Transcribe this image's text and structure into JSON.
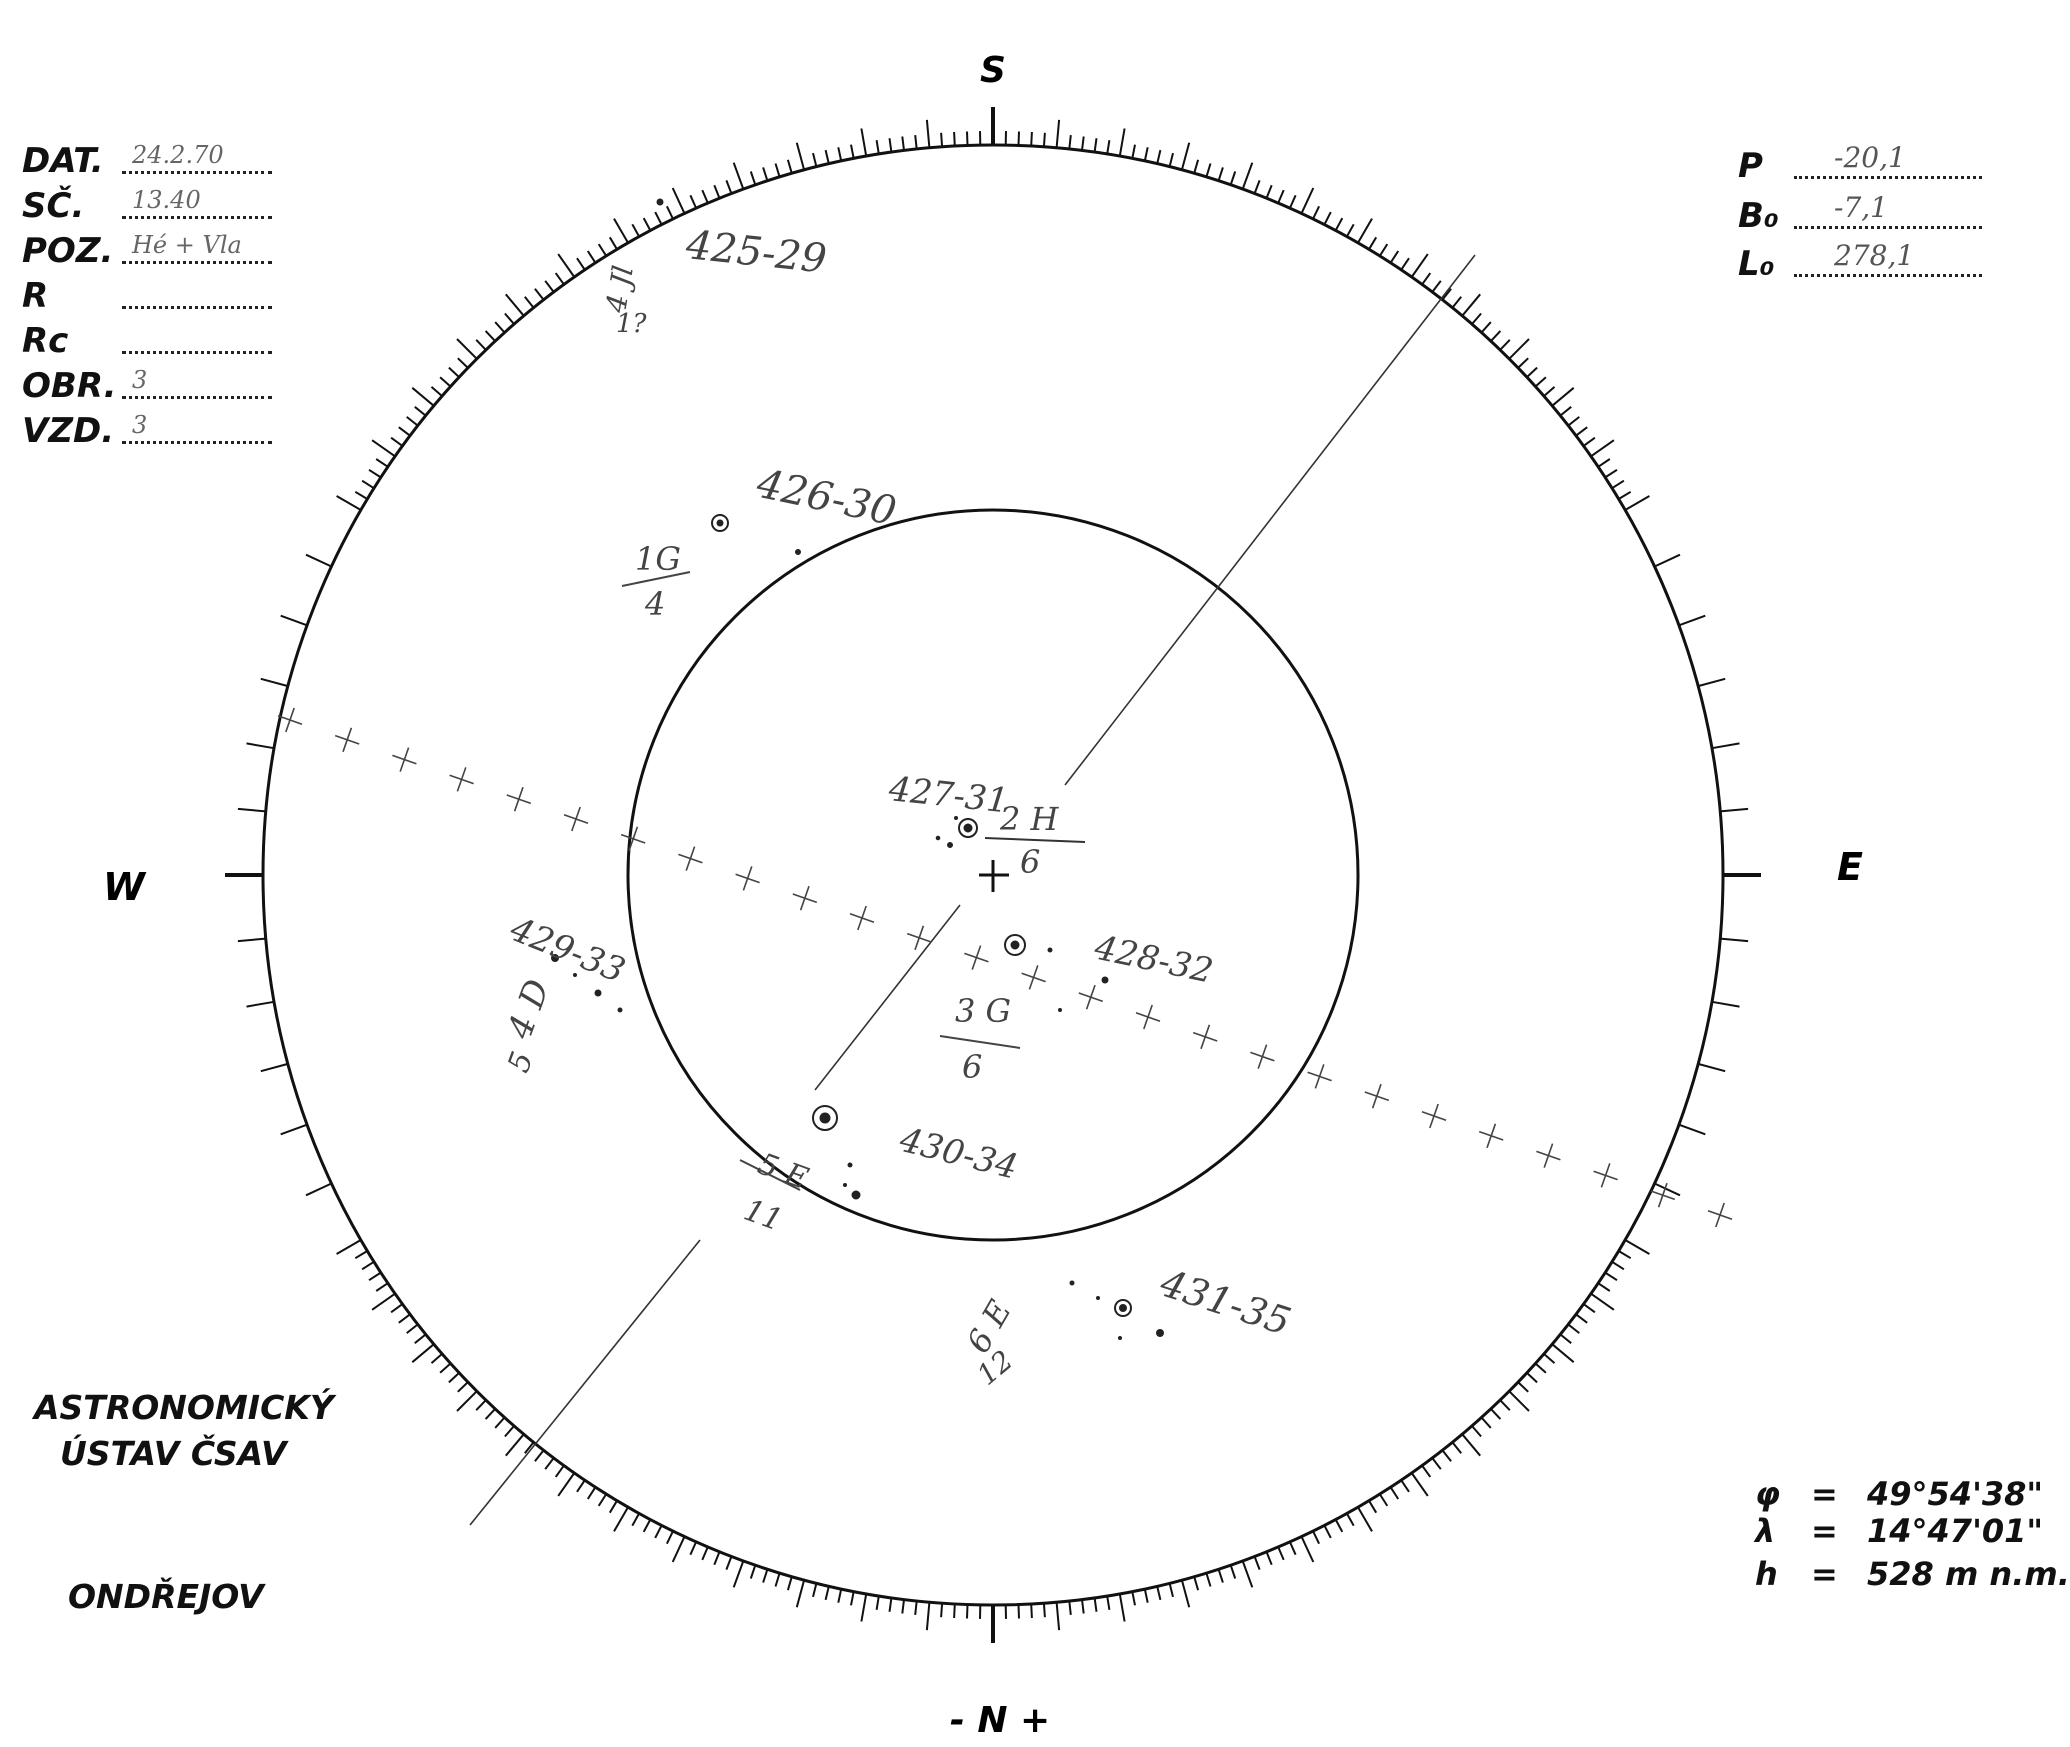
{
  "header_fields": [
    {
      "label": "DAT.",
      "value": "24.2.70"
    },
    {
      "label": "SČ.",
      "value": "13.40"
    },
    {
      "label": "POZ.",
      "value": "Hé + Vla"
    },
    {
      "label": "R",
      "value": ""
    },
    {
      "label": "Rc",
      "value": ""
    },
    {
      "label": "OBR.",
      "value": "3"
    },
    {
      "label": "VZD.",
      "value": "3"
    }
  ],
  "orientation_params": [
    {
      "label": "P",
      "value": "-20,1"
    },
    {
      "label": "B₀",
      "value": "-7,1"
    },
    {
      "label": "L₀",
      "value": "278,1"
    }
  ],
  "compass": {
    "top": "S",
    "bottom": "- N +",
    "left": "W",
    "right": "E"
  },
  "institution": {
    "line1": "ASTRONOMICKÝ",
    "line2": "ÚSTAV ČSAV",
    "place": "ONDŘEJOV"
  },
  "observatory_coords": [
    {
      "symbol": "φ",
      "eq": "=",
      "value": "49°54'38\""
    },
    {
      "symbol": "λ",
      "eq": "=",
      "value": "14°47'01\""
    },
    {
      "symbol": "h",
      "eq": "=",
      "value": "528 m n.m."
    }
  ],
  "sunspot_groups": [
    {
      "number": "425-29",
      "class": "4 Jl",
      "count": "1?"
    },
    {
      "number": "426-30",
      "class": "1G",
      "count": "4"
    },
    {
      "number": "427-31",
      "class": "2 H",
      "count": "6"
    },
    {
      "number": "428-32",
      "class": "3 G",
      "count": "6"
    },
    {
      "number": "429-33",
      "class": "4 D",
      "count": "5"
    },
    {
      "number": "430-34",
      "class": "5 E",
      "count": "11"
    },
    {
      "number": "431-35",
      "class": "6 E",
      "count": "12"
    }
  ]
}
